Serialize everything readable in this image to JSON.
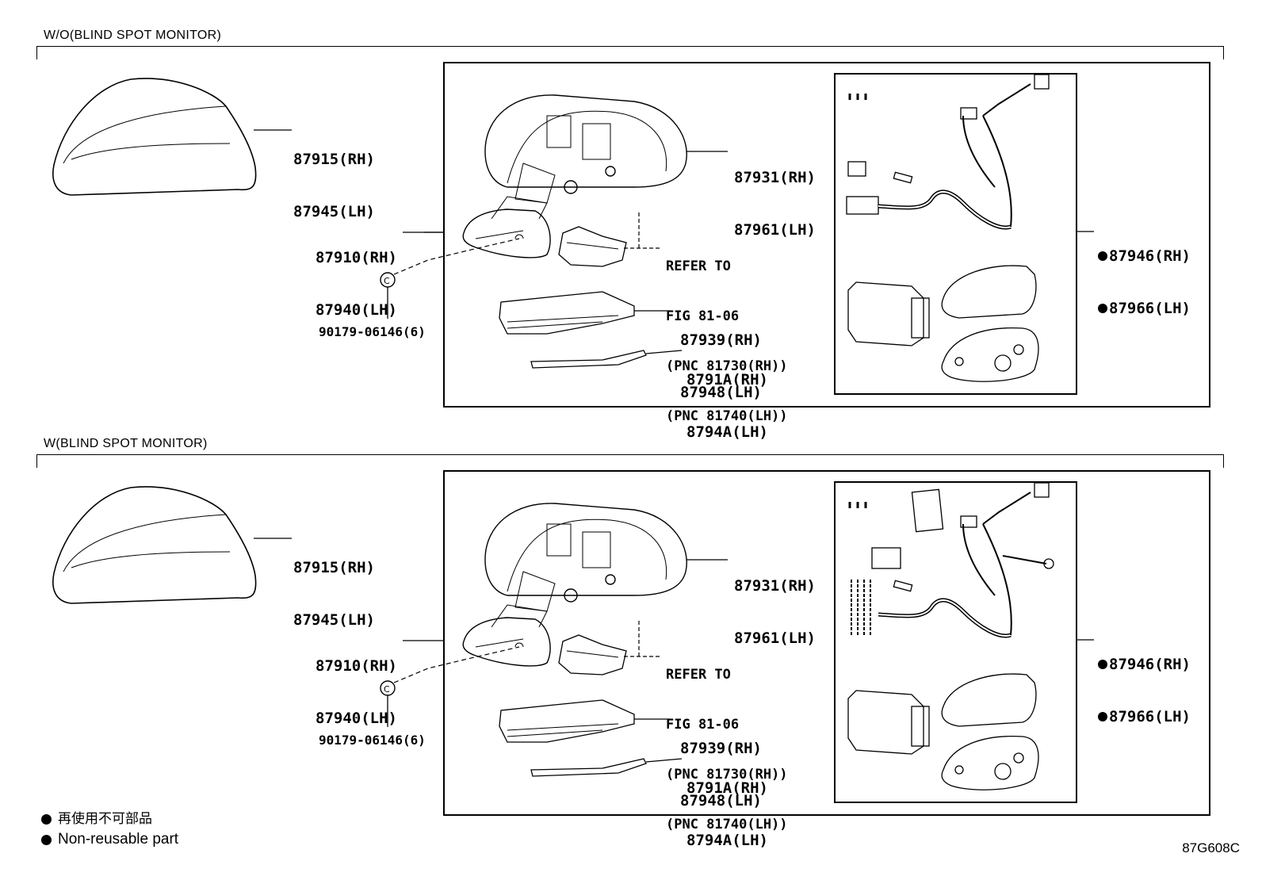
{
  "sections": [
    {
      "title": "W/O(BLIND SPOT MONITOR)",
      "labels": {
        "cover": [
          "87915(RH)",
          "87945(LH)"
        ],
        "outer_mirror": [
          "87910(RH)",
          "87940(LH)"
        ],
        "screw": "90179-06146(6)",
        "visor": [
          "87931(RH)",
          "87961(LH)"
        ],
        "refer": [
          "REFER TO",
          "FIG 81-06",
          "(PNC 81730(RH))",
          "(PNC 81740(LH))"
        ],
        "lamp": [
          "87939(RH)",
          "87948(LH)"
        ],
        "lens": [
          "8791A(RH)",
          "8794A(LH)"
        ],
        "kit": [
          "87946(RH)",
          "87966(LH)"
        ]
      }
    },
    {
      "title": "W(BLIND SPOT MONITOR)",
      "labels": {
        "cover": [
          "87915(RH)",
          "87945(LH)"
        ],
        "outer_mirror": [
          "87910(RH)",
          "87940(LH)"
        ],
        "screw": "90179-06146(6)",
        "visor": [
          "87931(RH)",
          "87961(LH)"
        ],
        "refer": [
          "REFER TO",
          "FIG 81-06",
          "(PNC 81730(RH))",
          "(PNC 81740(LH))"
        ],
        "lamp": [
          "87939(RH)",
          "87948(LH)"
        ],
        "lens": [
          "8791A(RH)",
          "8794A(LH)"
        ],
        "kit": [
          "87946(RH)",
          "87966(LH)"
        ]
      }
    }
  ],
  "legend": {
    "jp": "再使用不可部品",
    "en": "Non-reusable part"
  },
  "figure_code": "87G608C"
}
